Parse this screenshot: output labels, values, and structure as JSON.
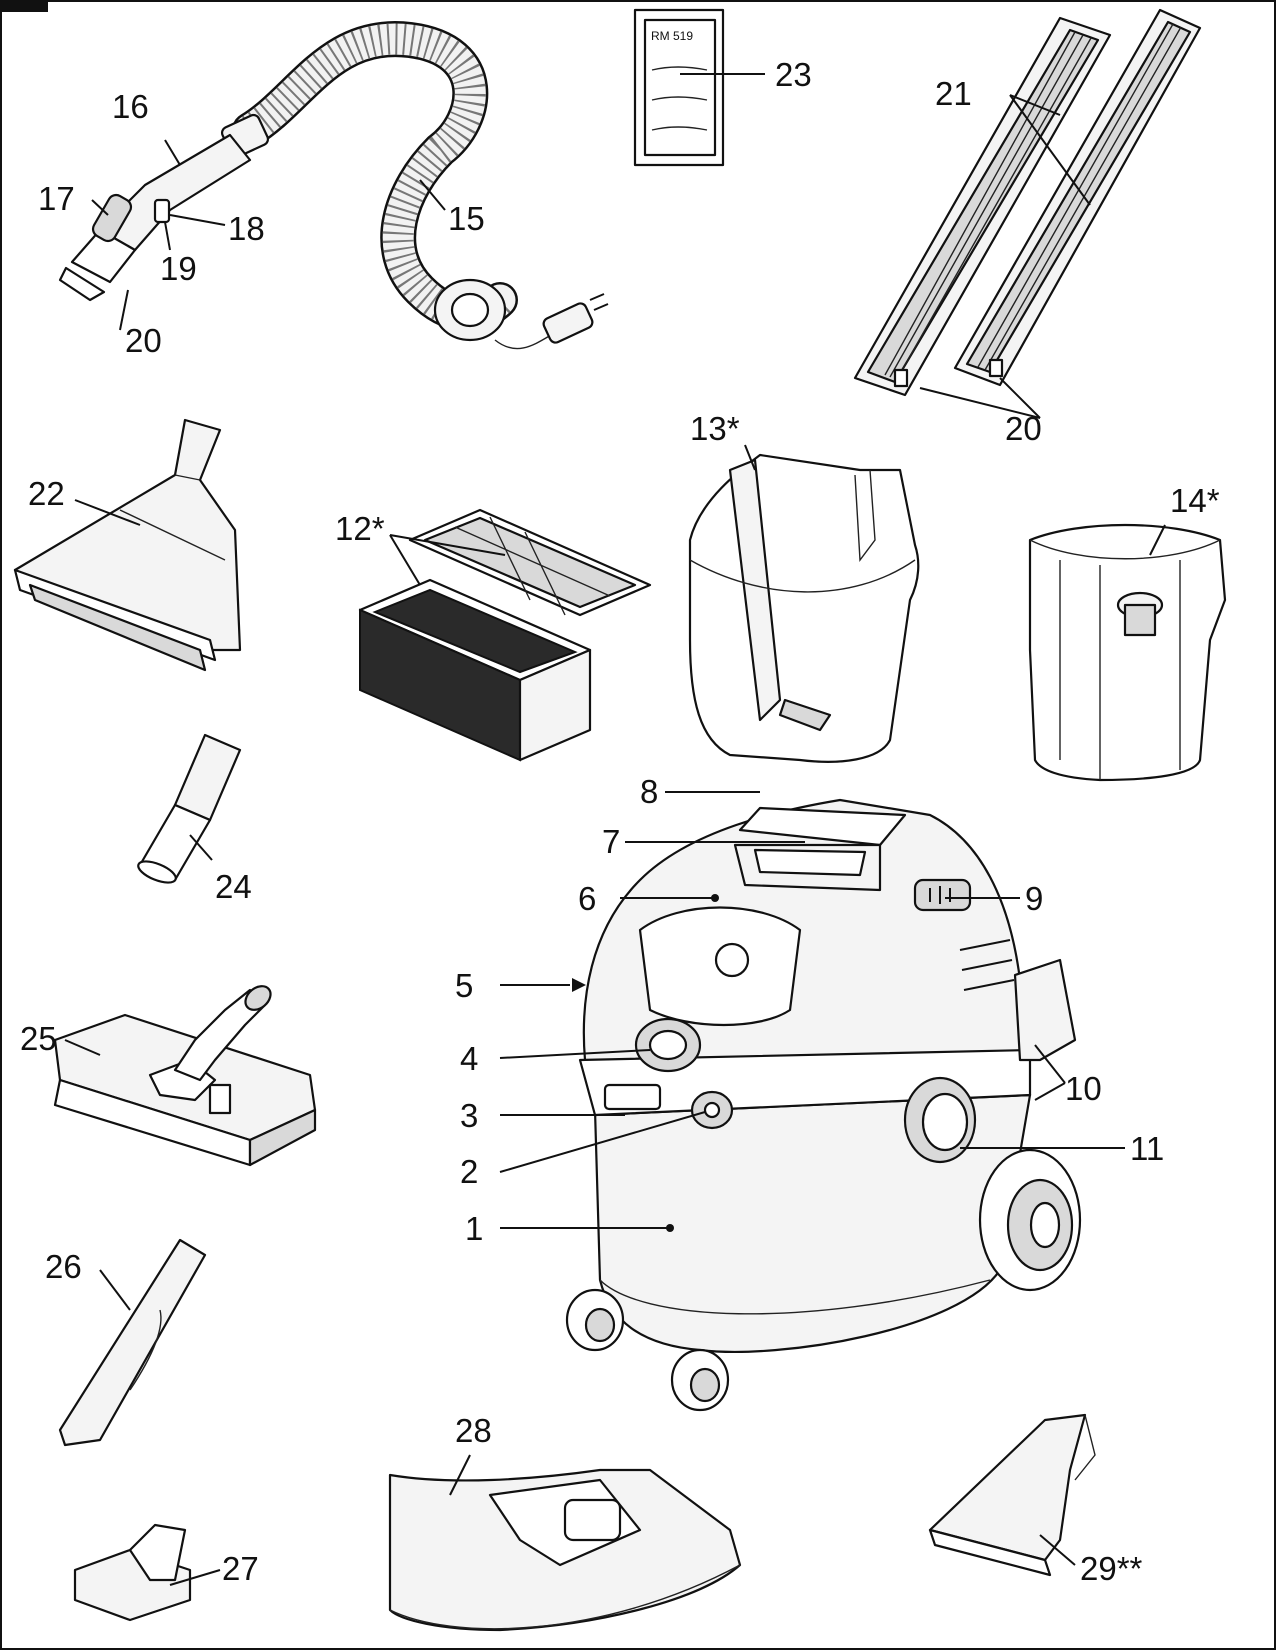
{
  "labels": {
    "l1": "1",
    "l2": "2",
    "l3": "3",
    "l4": "4",
    "l5": "5",
    "l6": "6",
    "l7": "7",
    "l8": "8",
    "l9": "9",
    "l10": "10",
    "l11": "11",
    "l12": "12*",
    "l13": "13*",
    "l14": "14*",
    "l15": "15",
    "l16": "16",
    "l17": "17",
    "l18": "18",
    "l19": "19",
    "l20a": "20",
    "l20b": "20",
    "l21": "21",
    "l22": "22",
    "l23": "23",
    "l24": "24",
    "l25": "25",
    "l26": "26",
    "l27": "27",
    "l28": "28",
    "l29": "29**"
  },
  "card_text": "RM 519"
}
